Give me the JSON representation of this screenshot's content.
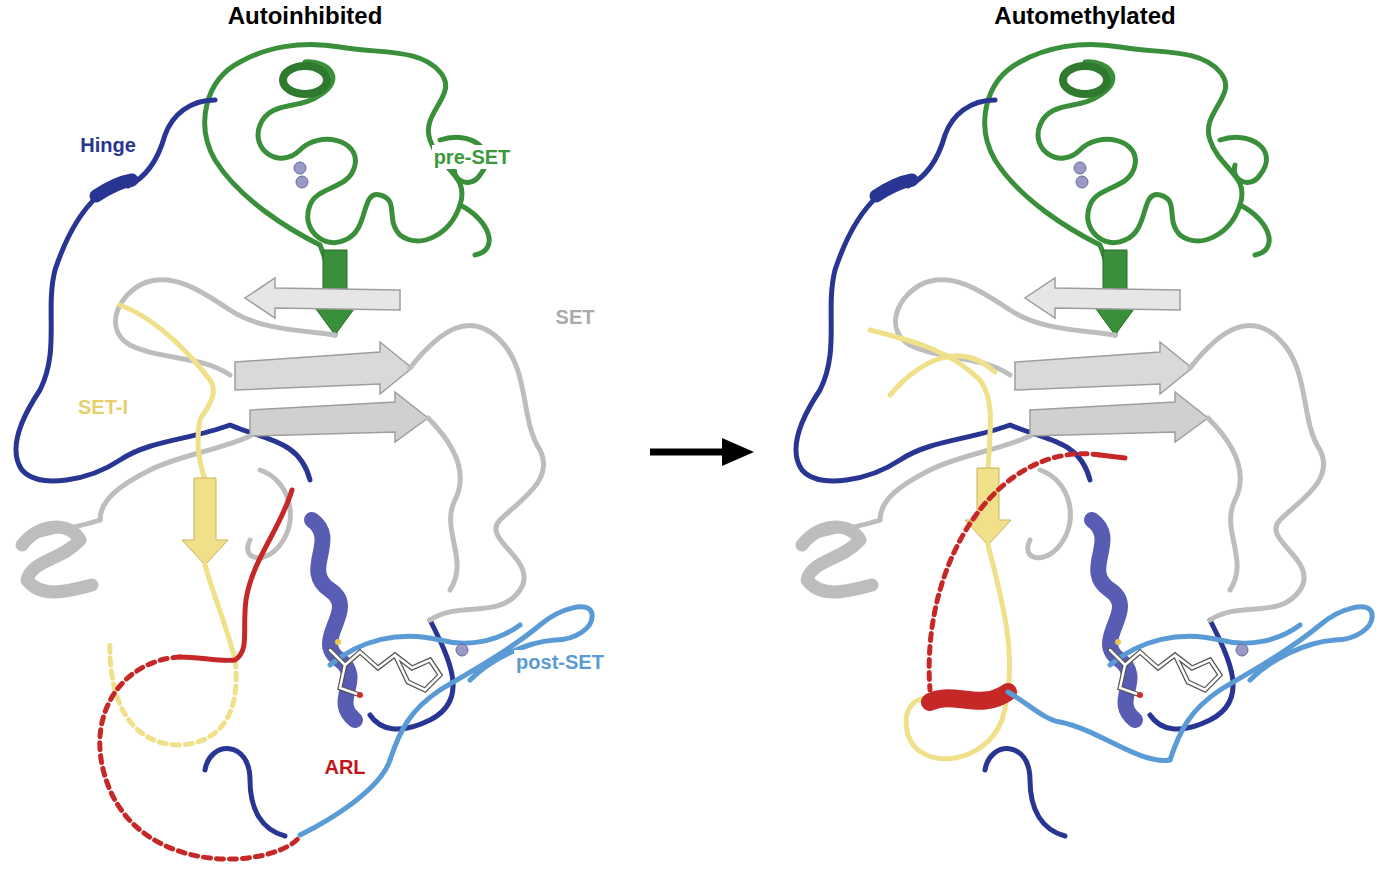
{
  "diagram": {
    "labels": [
      "Autoinhibited",
      "Hinge",
      "pre-SET",
      "SET",
      "SET-I",
      "post-SET",
      "ARL",
      "Automethylated"
    ]
  }
}
